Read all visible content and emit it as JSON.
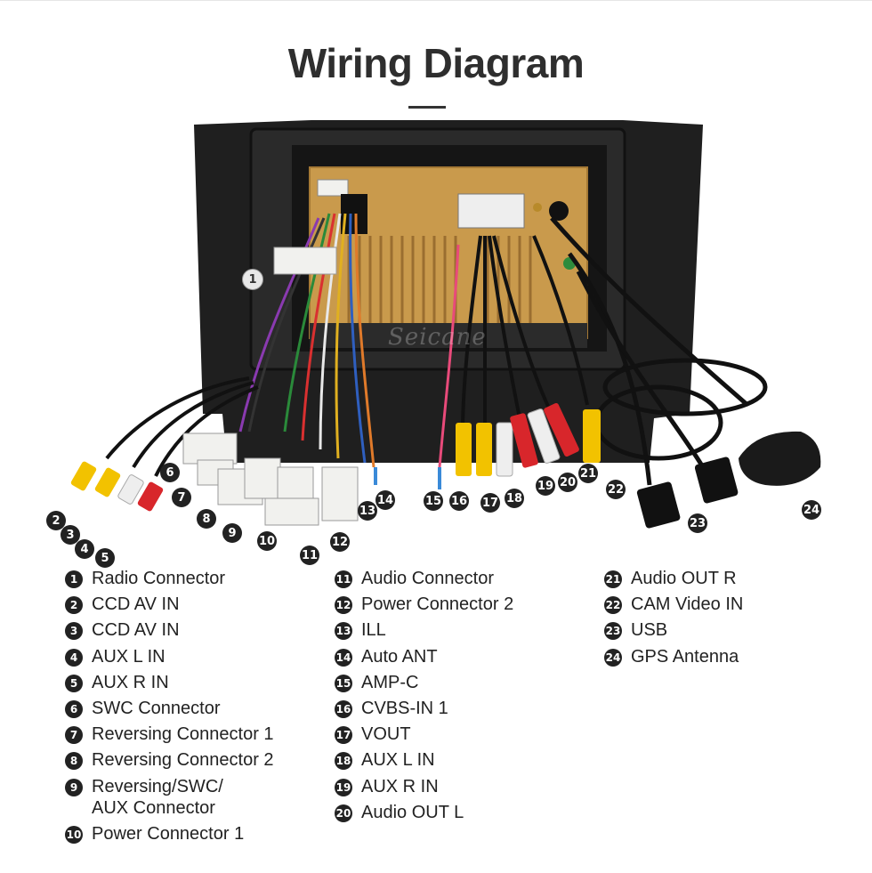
{
  "title": "Wiring Diagram",
  "watermark": "Seicane",
  "legend": [
    {
      "num": "1",
      "label": "Radio Connector"
    },
    {
      "num": "2",
      "label": "CCD AV IN"
    },
    {
      "num": "3",
      "label": "CCD AV IN"
    },
    {
      "num": "4",
      "label": "AUX L IN"
    },
    {
      "num": "5",
      "label": "AUX R IN"
    },
    {
      "num": "6",
      "label": "SWC Connector"
    },
    {
      "num": "7",
      "label": "Reversing Connector 1"
    },
    {
      "num": "8",
      "label": "Reversing Connector 2"
    },
    {
      "num": "9",
      "label": "Reversing/SWC/\nAUX Connector"
    },
    {
      "num": "10",
      "label": "Power Connector 1"
    },
    {
      "num": "11",
      "label": "Audio Connector"
    },
    {
      "num": "12",
      "label": "Power Connector 2"
    },
    {
      "num": "13",
      "label": "ILL"
    },
    {
      "num": "14",
      "label": "Auto ANT"
    },
    {
      "num": "15",
      "label": "AMP-C"
    },
    {
      "num": "16",
      "label": "CVBS-IN 1"
    },
    {
      "num": "17",
      "label": "VOUT"
    },
    {
      "num": "18",
      "label": "AUX L IN"
    },
    {
      "num": "19",
      "label": "AUX R IN"
    },
    {
      "num": "20",
      "label": "Audio OUT L"
    },
    {
      "num": "21",
      "label": "Audio OUT R"
    },
    {
      "num": "22",
      "label": "CAM Video IN"
    },
    {
      "num": "23",
      "label": "USB"
    },
    {
      "num": "24",
      "label": "GPS Antenna"
    }
  ],
  "colors": {
    "frame": "#1f1f1f",
    "board": "#c99a4c",
    "rca_yellow": "#f2c200",
    "rca_white": "#eeeeee",
    "rca_red": "#d8262b",
    "connector": "#f1f1ee"
  }
}
